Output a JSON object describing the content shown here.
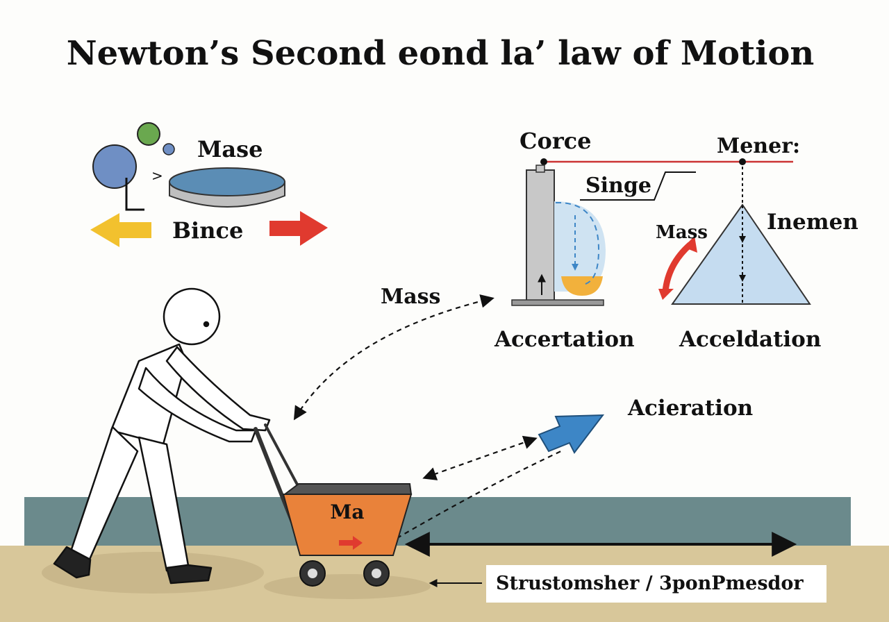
{
  "title": "Newton’s Second  eond la’ law of Motion",
  "top_left": {
    "mass_label": "Mase",
    "arrow_label": "Bince",
    "squiggle": ">"
  },
  "top_right": {
    "force_label": "Corce",
    "meter_label": "Mener:",
    "singe_label": "Singe",
    "mass_label": "Mass",
    "inemen_label": "Inemen",
    "accel_left": "Accertation",
    "accel_right": "Acceldation"
  },
  "middle": {
    "mass_label": "Mass",
    "acceleration_label": "Acieration"
  },
  "cart": {
    "label": "Ma"
  },
  "footer": {
    "caption": "Strustomsher / 3ponPmesdor"
  },
  "colors": {
    "sphere_blue": "#6f8fc4",
    "sphere_green": "#6aa84f",
    "disk_top": "#5b8db5",
    "arrow_yellow": "#f2c12e",
    "arrow_red": "#e03a2f",
    "cart_orange": "#e9823a",
    "wall_teal": "#6b8a8c",
    "ground_tan": "#d8c79a",
    "blue_arrow": "#3d86c6",
    "triangle_fill": "#c5dcf0",
    "force_line": "#cc3333",
    "motion_fill": "#f2b13c"
  }
}
